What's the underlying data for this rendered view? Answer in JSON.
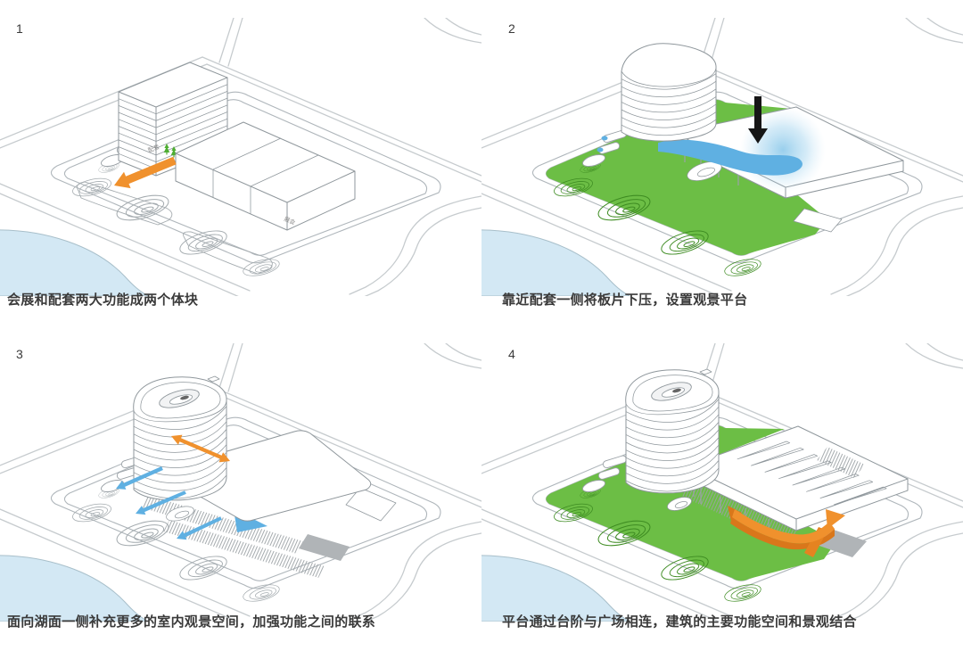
{
  "page": {
    "background": "#ffffff"
  },
  "colors": {
    "accent-orange": "#F0912D",
    "accent-blue": "#5FB0E2",
    "landscape-green": "#6CBE45",
    "contour-green": "#3E8C22",
    "lake-blue": "#D3E8F4",
    "line-gray": "#C6CBCE",
    "building-line": "#8F979C",
    "text": "#3A3A3A"
  },
  "panels": [
    {
      "number": "1",
      "caption": "会展和配套两大功能成两个体块",
      "labels": {
        "tower": "配套",
        "hall": "展会"
      }
    },
    {
      "number": "2",
      "caption": "靠近配套一侧将板片下压，设置观景平台"
    },
    {
      "number": "3",
      "caption": "面向湖面一侧补充更多的室内观景空间，加强功能之间的联系"
    },
    {
      "number": "4",
      "caption": "平台通过台阶与广场相连，建筑的主要功能空间和景观结合"
    }
  ]
}
